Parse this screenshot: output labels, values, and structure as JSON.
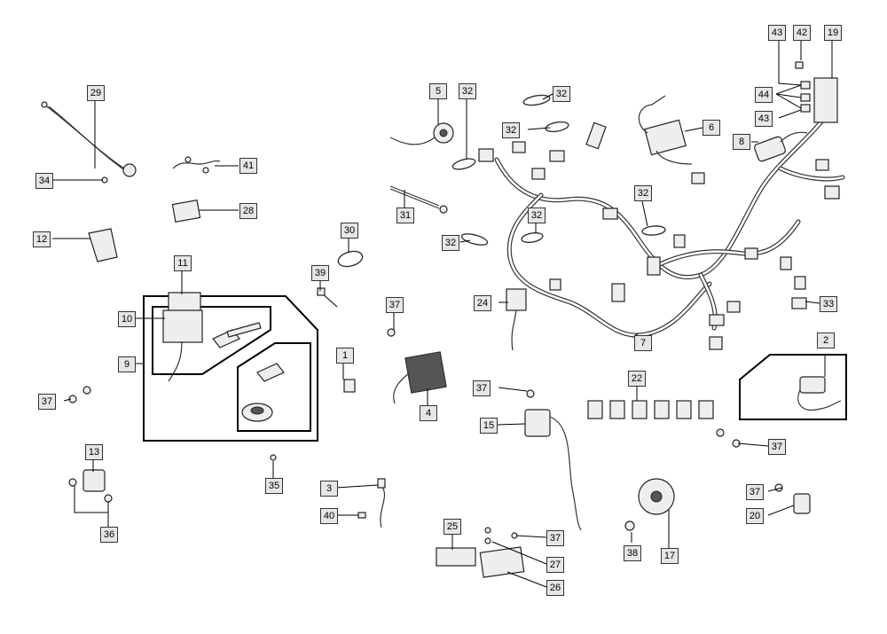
{
  "callouts": [
    {
      "id": "c1",
      "text": "1"
    },
    {
      "id": "c2",
      "text": "2"
    },
    {
      "id": "c3",
      "text": "3"
    },
    {
      "id": "c4",
      "text": "4"
    },
    {
      "id": "c5",
      "text": "5"
    },
    {
      "id": "c6",
      "text": "6"
    },
    {
      "id": "c7",
      "text": "7"
    },
    {
      "id": "c8",
      "text": "8"
    },
    {
      "id": "c9",
      "text": "9"
    },
    {
      "id": "c10",
      "text": "10"
    },
    {
      "id": "c11",
      "text": "11"
    },
    {
      "id": "c12",
      "text": "12"
    },
    {
      "id": "c13",
      "text": "13"
    },
    {
      "id": "c15",
      "text": "15"
    },
    {
      "id": "c17",
      "text": "17"
    },
    {
      "id": "c19",
      "text": "19"
    },
    {
      "id": "c20",
      "text": "20"
    },
    {
      "id": "c22",
      "text": "22"
    },
    {
      "id": "c24",
      "text": "24"
    },
    {
      "id": "c25",
      "text": "25"
    },
    {
      "id": "c26",
      "text": "26"
    },
    {
      "id": "c27",
      "text": "27"
    },
    {
      "id": "c28",
      "text": "28"
    },
    {
      "id": "c29",
      "text": "29"
    },
    {
      "id": "c30",
      "text": "30"
    },
    {
      "id": "c31",
      "text": "31"
    },
    {
      "id": "c32a",
      "text": "32"
    },
    {
      "id": "c32b",
      "text": "32"
    },
    {
      "id": "c32c",
      "text": "32"
    },
    {
      "id": "c32d",
      "text": "32"
    },
    {
      "id": "c32e",
      "text": "32"
    },
    {
      "id": "c32f",
      "text": "32"
    },
    {
      "id": "c33",
      "text": "33"
    },
    {
      "id": "c34",
      "text": "34"
    },
    {
      "id": "c35",
      "text": "35"
    },
    {
      "id": "c36",
      "text": "36"
    },
    {
      "id": "c37a",
      "text": "37"
    },
    {
      "id": "c37b",
      "text": "37"
    },
    {
      "id": "c37c",
      "text": "37"
    },
    {
      "id": "c37d",
      "text": "37"
    },
    {
      "id": "c37e",
      "text": "37"
    },
    {
      "id": "c37f",
      "text": "37"
    },
    {
      "id": "c38",
      "text": "38"
    },
    {
      "id": "c39",
      "text": "39"
    },
    {
      "id": "c40",
      "text": "40"
    },
    {
      "id": "c41",
      "text": "41"
    },
    {
      "id": "c42",
      "text": "42"
    },
    {
      "id": "c43a",
      "text": "43"
    },
    {
      "id": "c43b",
      "text": "43"
    },
    {
      "id": "c44",
      "text": "44"
    }
  ]
}
